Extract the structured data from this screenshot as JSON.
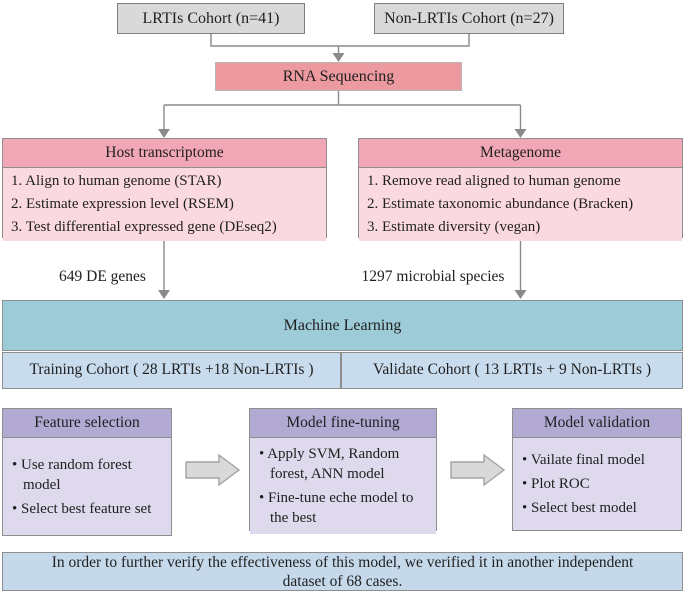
{
  "palette": {
    "gray": "#d9d9d9",
    "gray_border": "#7f7f7f",
    "salmon": "#ec9aa0",
    "pink_header": "#f1a7b5",
    "pink_body": "#fbd9e0",
    "blue_ml": "#9dcbd8",
    "blue_cohort": "#c9dcee",
    "purple_header": "#b3aad4",
    "purple_body": "#ded9ec",
    "blue_footer": "#c5d9eb",
    "line": "#8a8a8a",
    "arrow_fill": "#d9d9d9",
    "text": "#1f1f1f"
  },
  "cohorts": {
    "lrtis": "LRTIs Cohort (n=41)",
    "non_lrtis": "Non-LRTIs Cohort (n=27)"
  },
  "rna_sequencing": "RNA Sequencing",
  "host": {
    "title": "Host transcriptome",
    "steps": [
      "1. Align to human genome (STAR)",
      "2. Estimate expression level (RSEM)",
      "3. Test differential expressed gene (DEseq2)"
    ]
  },
  "metagenome": {
    "title": "Metagenome",
    "steps": [
      "1. Remove read aligned to human genome",
      "2. Estimate taxonomic abundance (Bracken)",
      "3. Estimate diversity (vegan)"
    ]
  },
  "edge_labels": {
    "de_genes": "649 DE genes",
    "microbial_species": "1297 microbial species"
  },
  "machine_learning": "Machine Learning",
  "training_cohort": "Training Cohort ( 28 LRTIs +18 Non-LRTIs )",
  "validate_cohort": "Validate Cohort ( 13 LRTIs + 9 Non-LRTIs )",
  "stages": [
    {
      "title": "Feature selection",
      "bullets": [
        "• Use random forest model",
        "• Select best feature set"
      ]
    },
    {
      "title": "Model fine-tuning",
      "bullets": [
        "• Apply SVM, Random forest, ANN model",
        "• Fine-tune eche model to the best"
      ]
    },
    {
      "title": "Model validation",
      "bullets": [
        "• Vailate final model",
        "• Plot ROC",
        "• Select best model"
      ]
    }
  ],
  "footer": {
    "line1": "In order to further verify the effectiveness of this model, we verified it in another independent",
    "line2": "dataset of 68 cases."
  }
}
